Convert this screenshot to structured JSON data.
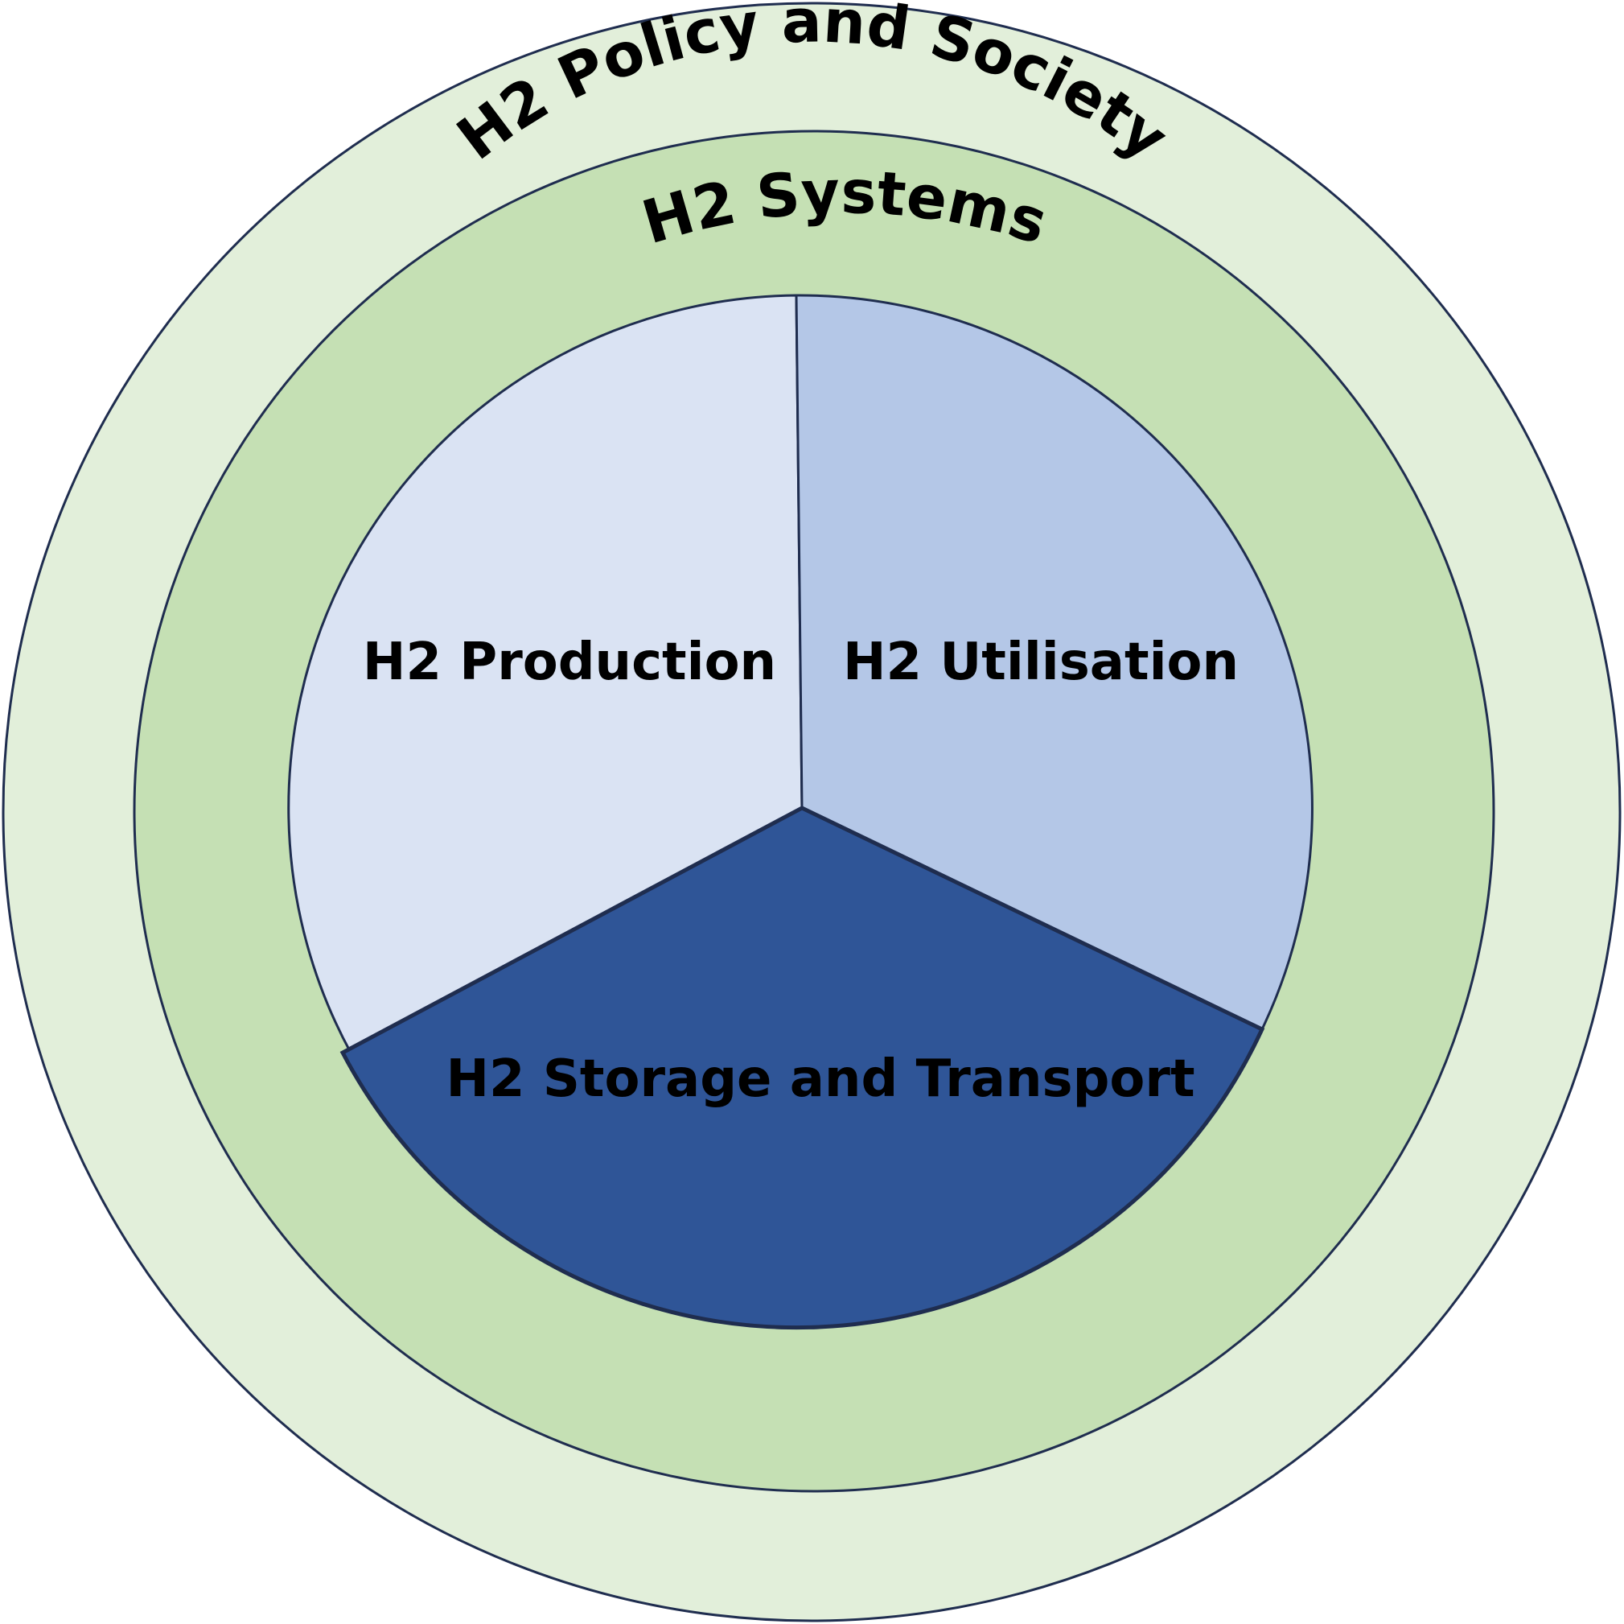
{
  "outer_ring": {
    "label": "H2 Policy and Society",
    "fill": "#e2efda"
  },
  "middle_ring": {
    "label": "H2 Systems",
    "fill": "#c5e0b4"
  },
  "core": {
    "sectors": [
      {
        "label": "H2 Production",
        "fill": "#dae3f3"
      },
      {
        "label": "H2 Utilisation",
        "fill": "#b4c7e7"
      },
      {
        "label": "H2 Storage and Transport",
        "fill": "#2f5597"
      }
    ]
  },
  "stroke_color": "#1f2d4f"
}
